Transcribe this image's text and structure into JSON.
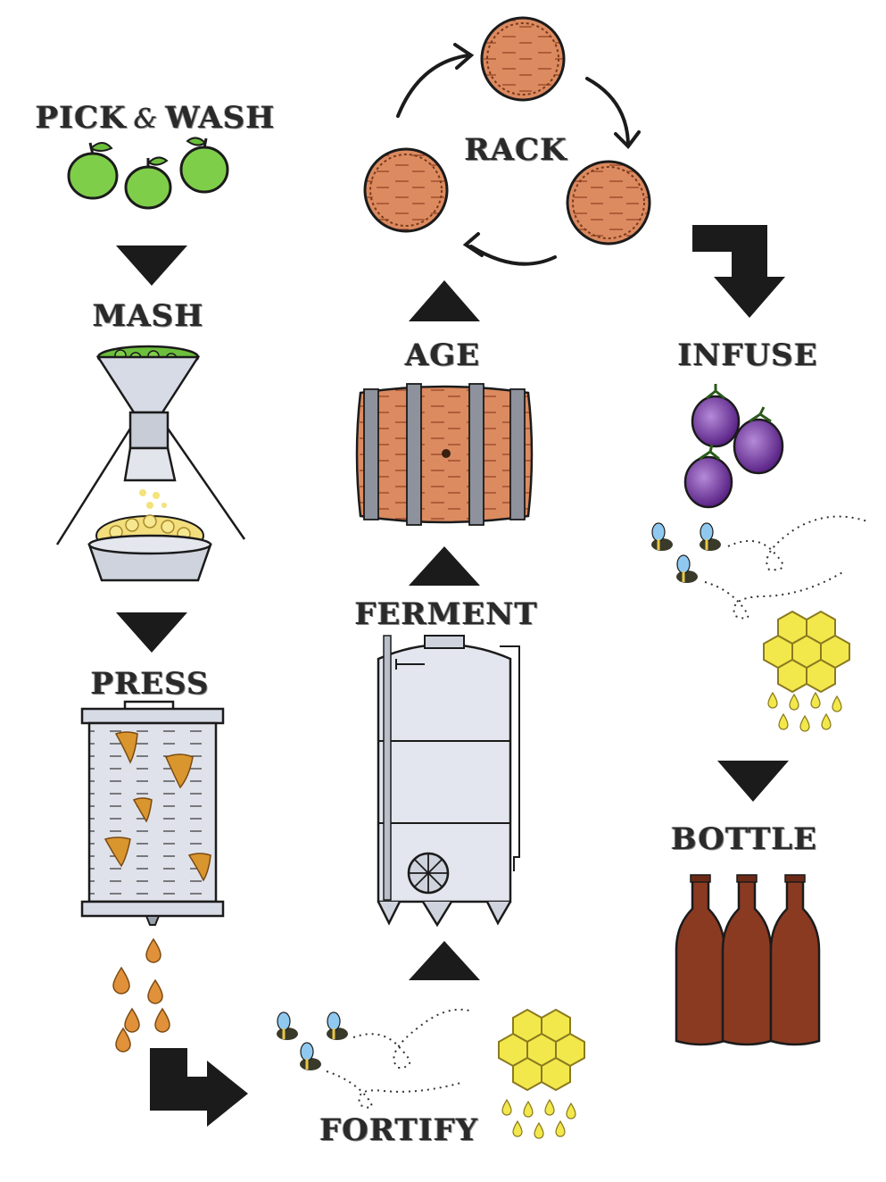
{
  "steps": {
    "pick_wash": {
      "part1": "PICK",
      "amp": "&",
      "part2": "WASH"
    },
    "mash": "MASH",
    "press": "PRESS",
    "fortify": "FORTIFY",
    "ferment": "FERMENT",
    "age": "AGE",
    "rack": "RACK",
    "infuse": "INFUSE",
    "bottle": "BOTTLE"
  },
  "colors": {
    "arrow": "#1b1b1b",
    "apple": "#7fce4a",
    "wood": "#d9825a",
    "steel": "#9aa0aa",
    "berry": "#7a3aa6",
    "honey": "#f2e84b",
    "bottle": "#8b3a22",
    "juice": "#e0913a"
  },
  "icons": [
    "apple-icon",
    "grinder-icon",
    "press-icon",
    "drop-icon",
    "bee-icon",
    "honeycomb-icon",
    "tank-icon",
    "barrel-icon",
    "barrel-end-icon",
    "blackberry-icon",
    "bottle-icon"
  ]
}
